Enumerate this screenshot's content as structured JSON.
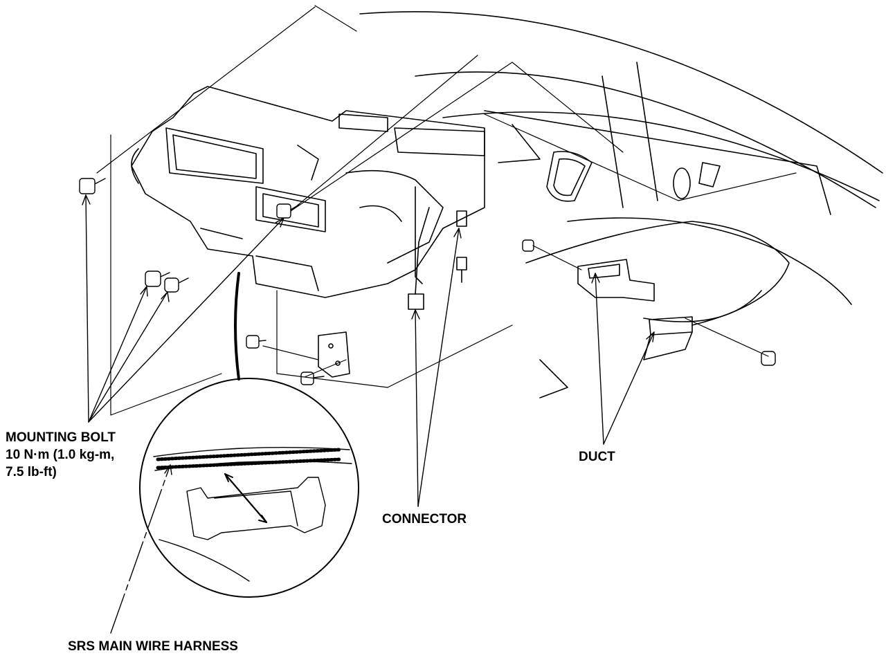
{
  "labels": {
    "mounting_bolt": {
      "name": "MOUNTING BOLT",
      "torque_nm": "10 N·m (1.0 kg-m,",
      "torque_lbft": "7.5 lb-ft)"
    },
    "duct": "DUCT",
    "connector": "CONNECTOR",
    "srs_harness": "SRS MAIN WIRE HARNESS"
  },
  "colors": {
    "ink": "#000000",
    "paper": "#ffffff"
  }
}
